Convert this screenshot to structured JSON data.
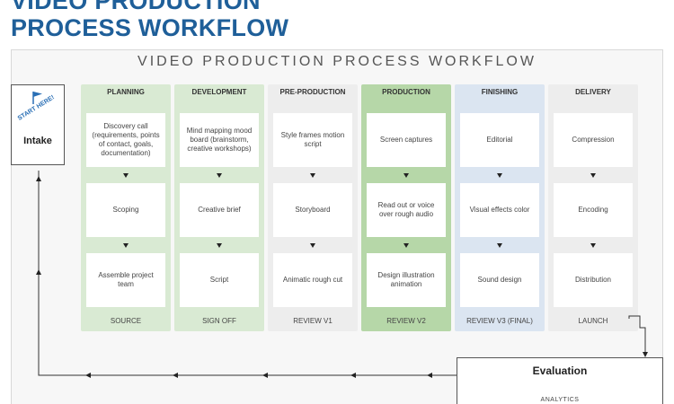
{
  "header": {
    "line1": "VIDEO PRODUCTION",
    "line2": "PROCESS WORKFLOW"
  },
  "sheet_title": "VIDEO PRODUCTION PROCESS WORKFLOW",
  "intake": {
    "badge": "START HERE!",
    "label": "Intake",
    "icon": "flag-icon"
  },
  "columns": [
    {
      "id": "planning",
      "header": "PLANNING",
      "footer": "SOURCE",
      "color": "#d9ead3",
      "tasks": [
        "Discovery call (requirements, points of contact, goals, documentation)",
        "Scoping",
        "Assemble project team"
      ]
    },
    {
      "id": "development",
      "header": "DEVELOPMENT",
      "footer": "SIGN OFF",
      "color": "#d9ead3",
      "tasks": [
        "Mind mapping mood board (brainstorm, creative workshops)",
        "Creative brief",
        "Script"
      ]
    },
    {
      "id": "pre-production",
      "header": "PRE-PRODUCTION",
      "footer": "REVIEW V1",
      "color": "#ededed",
      "tasks": [
        "Style frames motion script",
        "Storyboard",
        "Animatic rough cut"
      ]
    },
    {
      "id": "production",
      "header": "PRODUCTION",
      "footer": "REVIEW V2",
      "color": "#b6d7a8",
      "tasks": [
        "Screen captures",
        "Read out or voice over rough audio",
        "Design illustration animation"
      ]
    },
    {
      "id": "finishing",
      "header": "FINISHING",
      "footer": "REVIEW V3 (FINAL)",
      "color": "#dbe5f1",
      "tasks": [
        "Editorial",
        "Visual effects color",
        "Sound design"
      ]
    },
    {
      "id": "delivery",
      "header": "DELIVERY",
      "footer": "LAUNCH",
      "color": "#ededed",
      "tasks": [
        "Compression",
        "Encoding",
        "Distribution"
      ]
    }
  ],
  "evaluation": {
    "title": "Evaluation",
    "subtitle": "ANALYTICS"
  },
  "colors": {
    "title_blue": "#1f5f99",
    "flag_blue": "#2a6fb5",
    "arrow": "#222222"
  }
}
